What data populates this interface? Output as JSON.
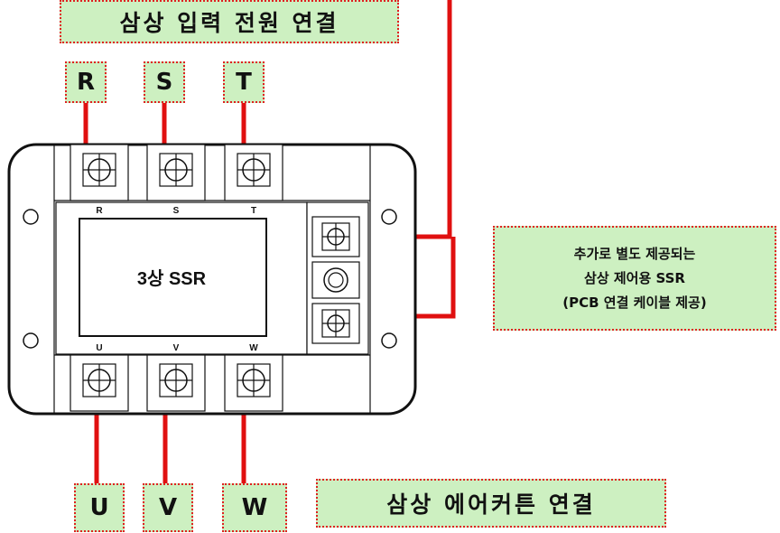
{
  "labels": {
    "input_title": "삼상 입력 전원 연결",
    "output_title": "삼상 에어커튼 연결",
    "box_R": "R",
    "box_S": "S",
    "box_T": "T",
    "box_U": "U",
    "box_V": "V",
    "box_W": "W"
  },
  "device": {
    "name": "3상 SSR",
    "terminals_top": [
      "R",
      "S",
      "T"
    ],
    "terminals_bottom": [
      "U",
      "V",
      "W"
    ]
  },
  "note": {
    "line1": "추가로 별도 제공되는",
    "line2": "삼상 제어용 SSR",
    "line3": "(PCB 연결 케이블 제공)"
  },
  "colors": {
    "wire": "#e01010",
    "label_fill": "#cdf0c1",
    "label_border": "#e02020",
    "outline": "#111111"
  }
}
